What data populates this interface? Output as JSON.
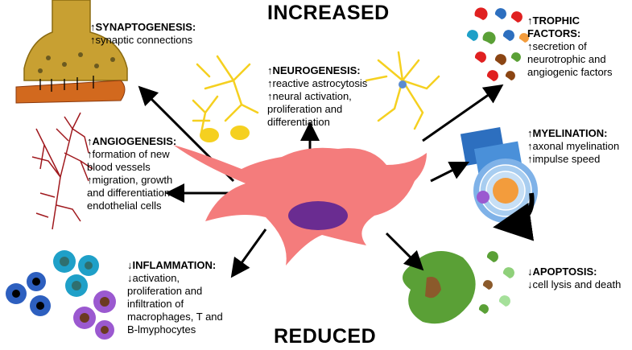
{
  "title_increased": "INCREASED",
  "title_reduced": "REDUCED",
  "effects": {
    "synaptogenesis": {
      "direction": "↑",
      "header": "SYNAPTOGENESIS:",
      "lines": [
        "↑synaptic connections"
      ]
    },
    "neurogenesis": {
      "direction": "↑",
      "header": "NEUROGENESIS:",
      "lines": [
        "↑reactive astrocytosis",
        "↑neural activation,",
        "proliferation and",
        "differentiation"
      ]
    },
    "trophic": {
      "direction": "↑",
      "header": "TROPHIC FACTORS:",
      "lines": [
        "↑secretion of",
        "neurotrophic and",
        "angiogenic factors"
      ]
    },
    "angiogenesis": {
      "direction": "↑",
      "header": "ANGIOGENESIS:",
      "lines": [
        "↑formation of new",
        "blood vessels",
        "↑migration, growth",
        "and differentiation of",
        "endothelial cells"
      ]
    },
    "myelination": {
      "direction": "↑",
      "header": "MYELINATION:",
      "lines": [
        "↑axonal myelination",
        "↑impulse speed"
      ]
    },
    "inflammation": {
      "direction": "↓",
      "header": "INFLAMMATION:",
      "lines": [
        "↓activation,",
        "proliferation and",
        "infiltration of",
        "macrophages, T and",
        "B-lmyphocytes"
      ]
    },
    "apoptosis": {
      "direction": "↓",
      "header": "APOPTOSIS:",
      "lines": [
        "↓cell lysis and death"
      ]
    }
  },
  "colors": {
    "central_cell": "#f47c7c",
    "nucleus": "#6a2c91",
    "synapse": "#c8a032",
    "synapse_base": "#d2691e",
    "astrocyte": "#f5d020",
    "vessel": "#a0191e",
    "myelin_blue": "#2d6fbf",
    "axon_core": "#f39c3c",
    "apoptotic": "#5aa036",
    "macrophage_blue": "#2d5fbf",
    "macrophage_cyan": "#1fa0c8",
    "macrophage_purple": "#9b59d0",
    "arrow": "#000000"
  }
}
